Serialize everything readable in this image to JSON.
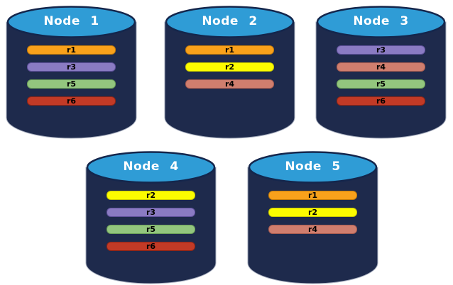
{
  "diagram": {
    "background": "#ffffff",
    "cylinder": {
      "body_color": "#1E2A4C",
      "body_outline": "#A7AEBE",
      "top_color": "#2F9CD6",
      "top_stroke": "#14264C",
      "title_color": "#ffffff"
    },
    "replica_colors": {
      "r1": {
        "fill": "#F9A11B",
        "border": "#C27A0A"
      },
      "r2": {
        "fill": "#FCFC00",
        "border": "#C9C900"
      },
      "r3": {
        "fill": "#8A7BC3",
        "border": "#5F519B"
      },
      "r4": {
        "fill": "#D07E6E",
        "border": "#A75C50"
      },
      "r5": {
        "fill": "#93C67E",
        "border": "#6B9F58"
      },
      "r6": {
        "fill": "#C23A26",
        "border": "#8E2415"
      }
    },
    "nodes": [
      {
        "label": "Node 1",
        "replicas": [
          "r1",
          "r3",
          "r5",
          "r6"
        ]
      },
      {
        "label": "Node 2",
        "replicas": [
          "r1",
          "r2",
          "r4"
        ]
      },
      {
        "label": "Node 3",
        "replicas": [
          "r3",
          "r4",
          "r5",
          "r6"
        ]
      },
      {
        "label": "Node 4",
        "replicas": [
          "r2",
          "r3",
          "r5",
          "r6"
        ]
      },
      {
        "label": "Node 5",
        "replicas": [
          "r1",
          "r2",
          "r4"
        ]
      }
    ]
  }
}
